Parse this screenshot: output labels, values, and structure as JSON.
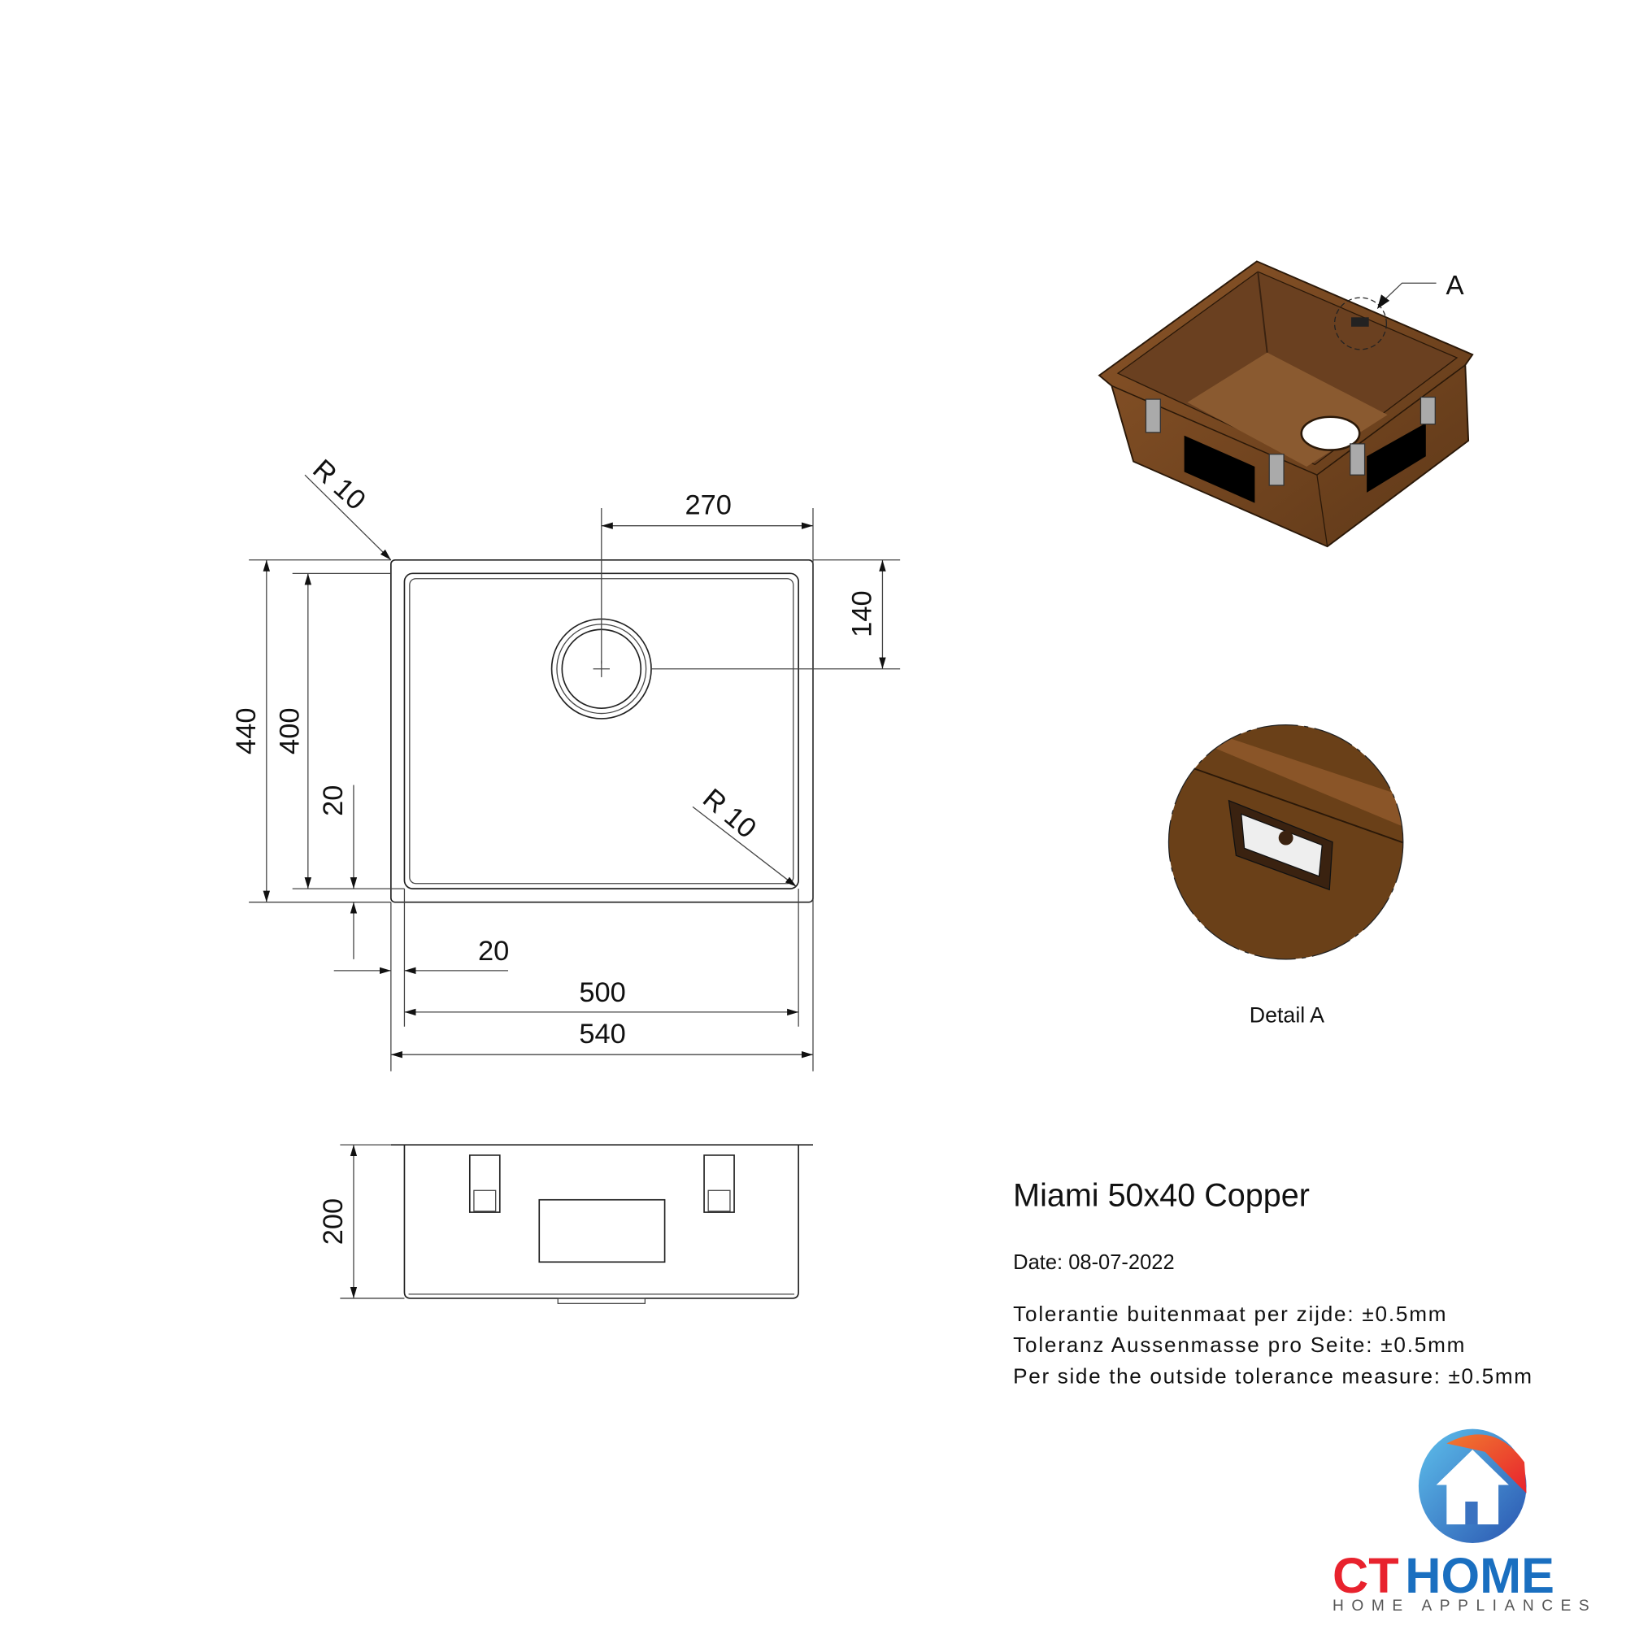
{
  "drawing": {
    "title": "Miami 50x40 Copper",
    "date": "Date: 08-07-2022",
    "tolerances": [
      "Tolerantie buitenmaat per zijde: ±0.5mm",
      "Toleranz Aussenmasse pro Seite: ±0.5mm",
      "Per side the outside tolerance measure: ±0.5mm"
    ],
    "detail_label": "Detail A",
    "detail_marker": "A"
  },
  "dimensions": {
    "drain_offset_x": "270",
    "drain_offset_y": "140",
    "outer_depth": "440",
    "inner_depth": "400",
    "rim_bottom": "20",
    "rim_side": "20",
    "inner_width": "500",
    "outer_width": "540",
    "height": "200",
    "radius_top_left": "R 10",
    "radius_bottom_right": "R 10"
  },
  "colors": {
    "copper": "#7a4a22",
    "copper_dark": "#5a3416",
    "logo_red": "#e8222d",
    "logo_blue": "#1a6fc0"
  },
  "logo": {
    "brand_red": "CT",
    "brand_blue": "HOME",
    "tagline": "HOME APPLIANCES"
  }
}
